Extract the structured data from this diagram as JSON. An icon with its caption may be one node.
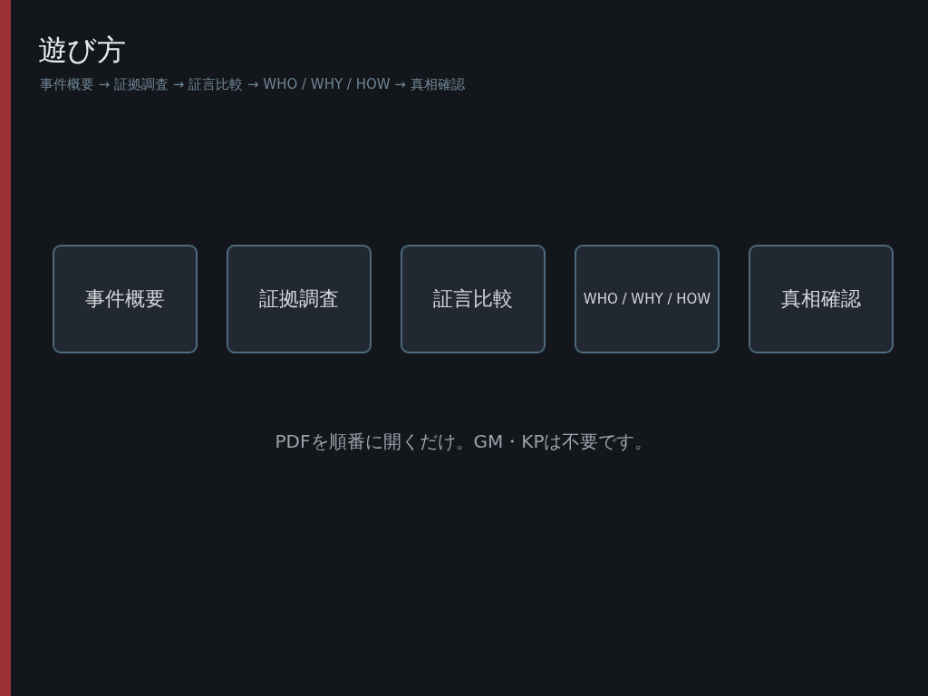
{
  "diagram": {
    "title": "遊び方",
    "nodes": [
      {
        "text": [
          "事件概要"
        ]
      },
      {
        "text": [
          "証拠調査"
        ]
      },
      {
        "text": [
          "証言比較"
        ]
      },
      {
        "text": [
          "WHO / WHY / HOW"
        ]
      },
      {
        "text": [
          "真相確認"
        ]
      }
    ],
    "labels": [
      "事件概要 → 証拠調査 → 証言比較 → WHO / WHY / HOW → 真相確認",
      "PDFを順番に開くだけ。GM・KPは不要です。"
    ]
  }
}
